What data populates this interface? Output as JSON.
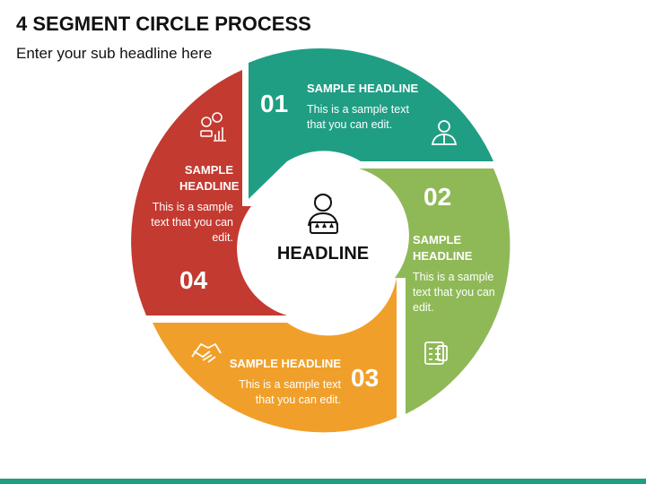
{
  "title": "4 SEGMENT CIRCLE PROCESS",
  "subtitle": "Enter your sub headline here",
  "center": {
    "label": "HEADLINE",
    "icon": "person-rating-icon"
  },
  "segments": [
    {
      "number": "01",
      "headline": "SAMPLE HEADLINE",
      "text": "This is a sample text that you can edit.",
      "color": "#1f9e84",
      "icon": "person-icon"
    },
    {
      "number": "02",
      "headline": "SAMPLE HEADLINE",
      "text": "This is a sample text that you can edit.",
      "color": "#8fb957",
      "icon": "checklist-icon"
    },
    {
      "number": "03",
      "headline": "SAMPLE HEADLINE",
      "text": "This is a sample text that you can edit.",
      "color": "#f0a02a",
      "icon": "handshake-icon"
    },
    {
      "number": "04",
      "headline": "SAMPLE HEADLINE",
      "text": "This is a sample text that you can edit.",
      "color": "#c33a31",
      "icon": "team-growth-icon"
    }
  ],
  "colors": {
    "bottom_bar": "#1f9e84"
  }
}
